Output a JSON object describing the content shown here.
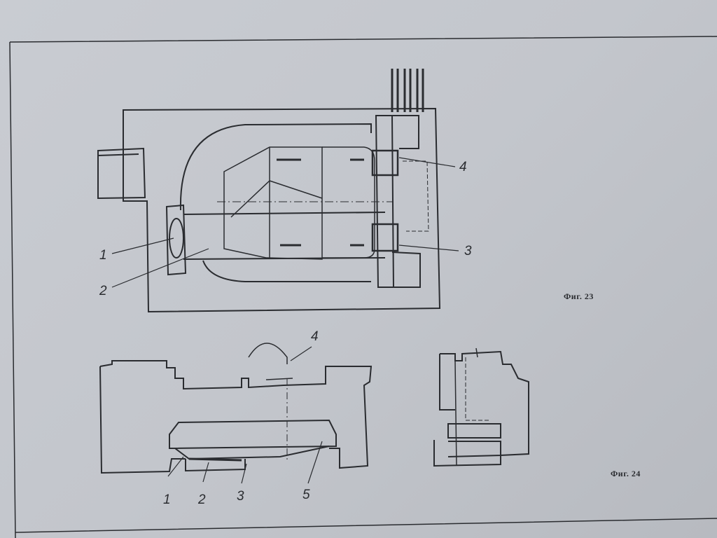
{
  "figure23": {
    "caption": "Фиг. 23",
    "labels": [
      "1",
      "2",
      "3",
      "4"
    ]
  },
  "figure24": {
    "caption": "Фиг. 24",
    "labels": [
      "1",
      "2",
      "3",
      "4",
      "5"
    ]
  },
  "colors": {
    "paper": "#c6c9cf",
    "ink": "#2a2c30"
  }
}
